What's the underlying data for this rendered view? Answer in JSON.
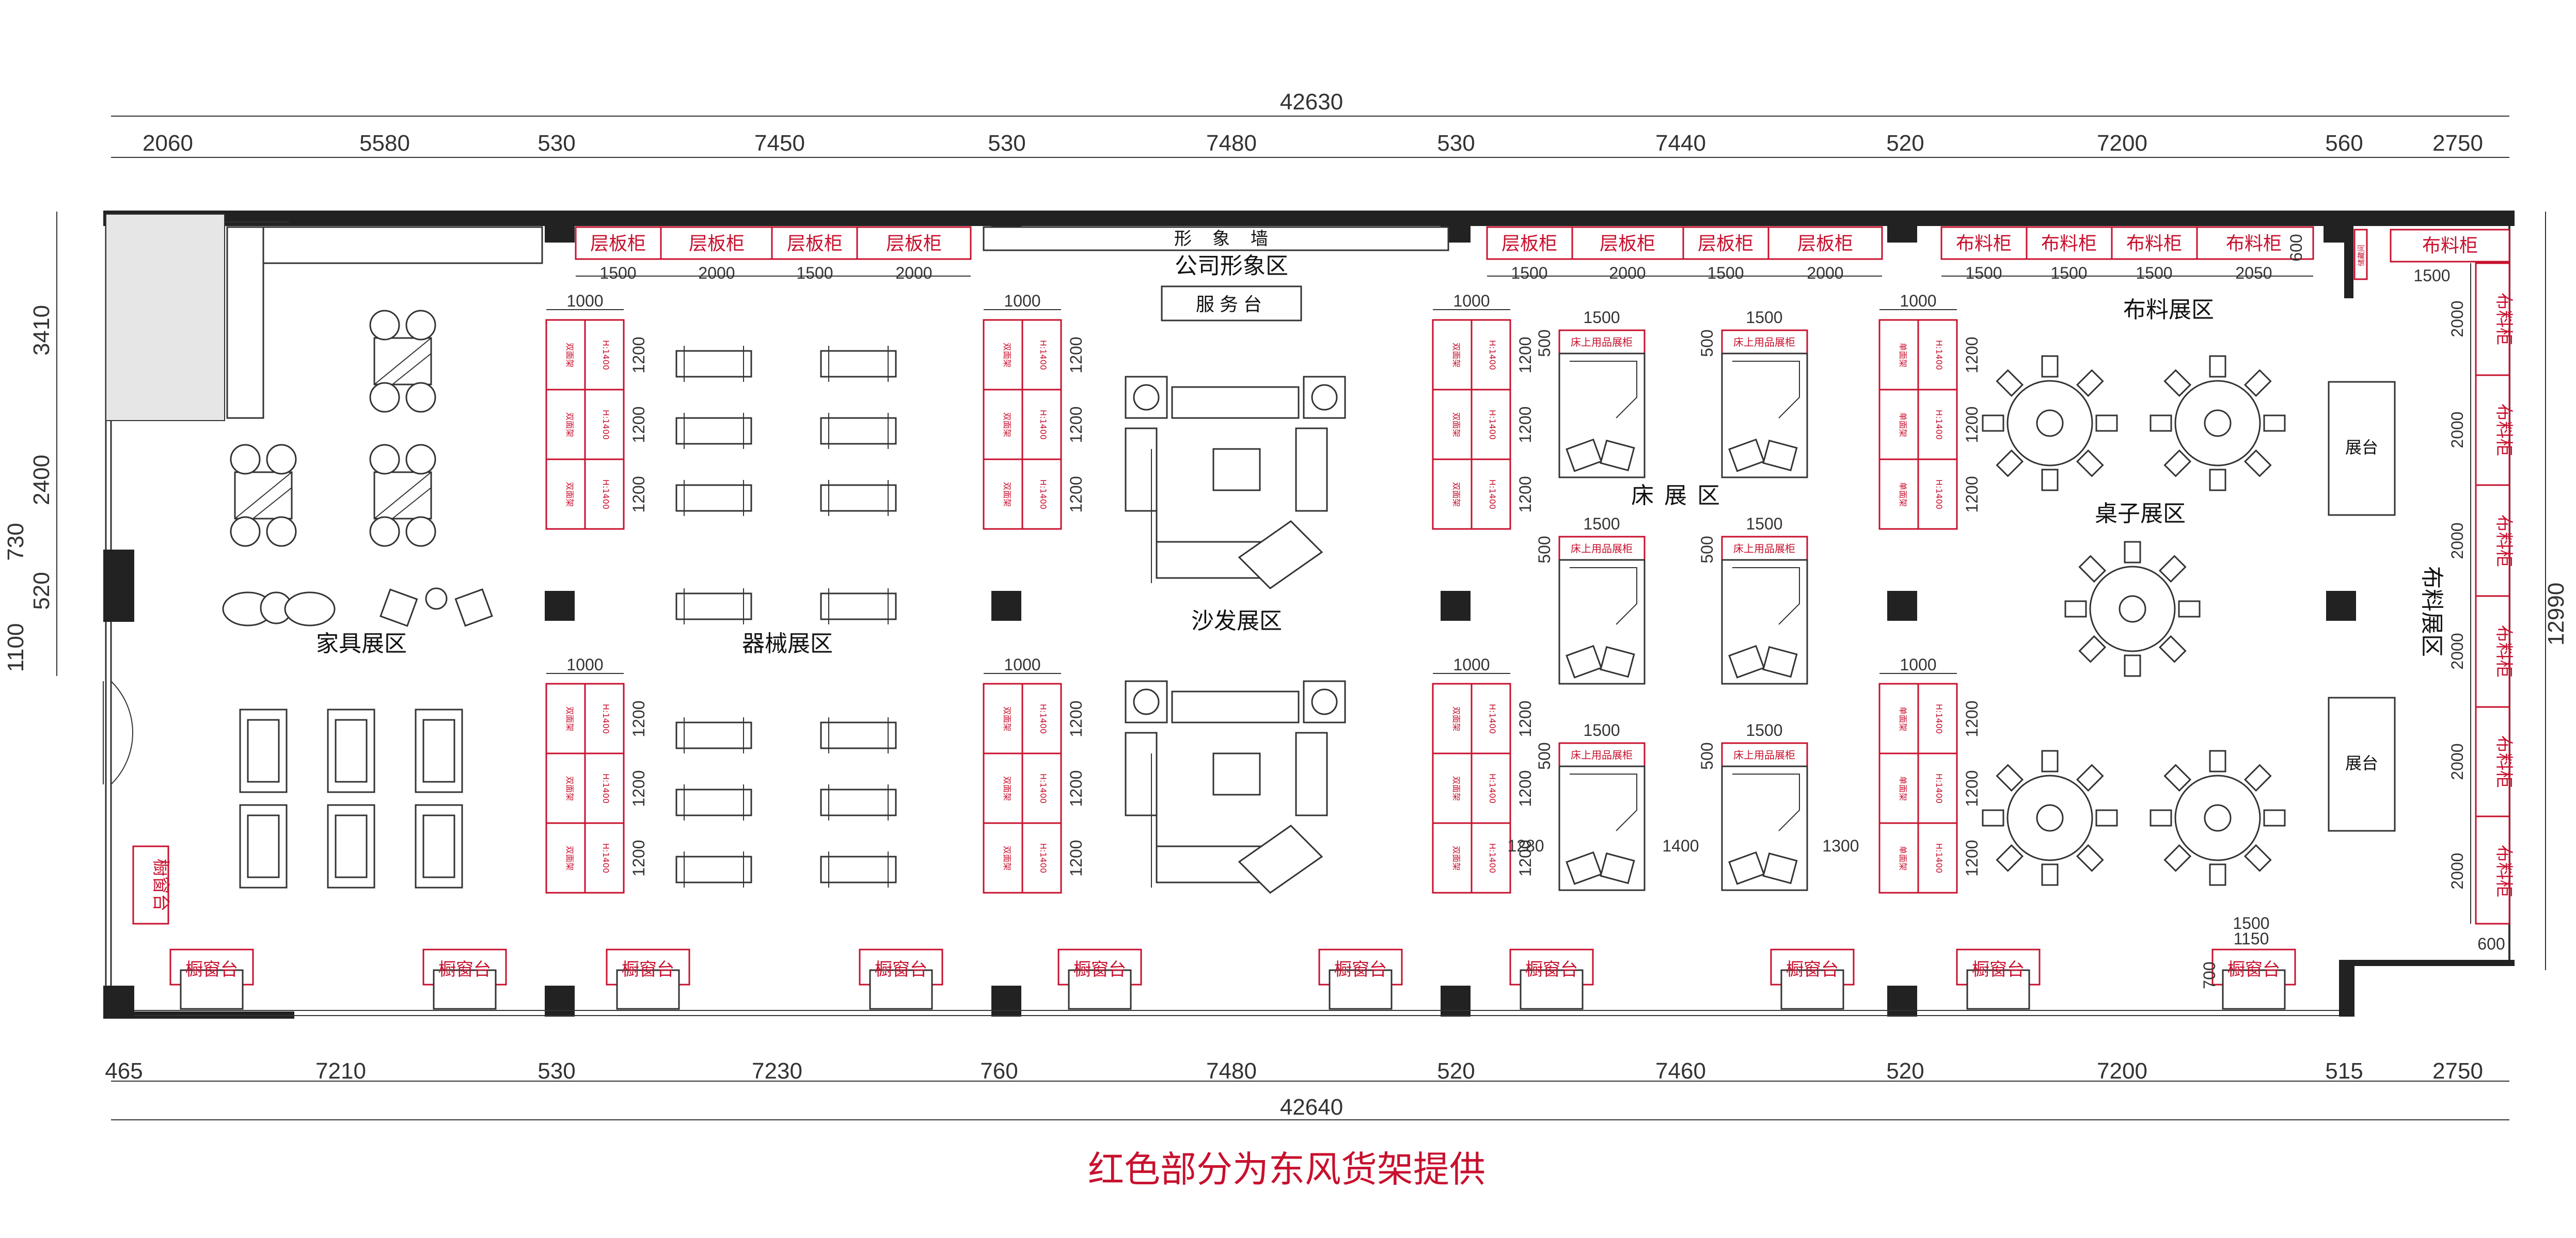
{
  "dimensions": {
    "top_total": "42630",
    "top_segments": [
      "2060",
      "5580",
      "530",
      "7450",
      "530",
      "7480",
      "530",
      "7440",
      "520",
      "7200",
      "560",
      "2750"
    ],
    "bottom_total": "42640",
    "bottom_segments": [
      "465",
      "7210",
      "530",
      "7230",
      "760",
      "7480",
      "520",
      "7460",
      "520",
      "7200",
      "515",
      "2750"
    ],
    "left_segments": [
      "3410",
      "2400",
      "730",
      "520",
      "1100"
    ],
    "right_total": "12990",
    "shelf_widths_a": [
      "1500",
      "2000",
      "1500",
      "2000"
    ],
    "shelf_widths_b": [
      "1500",
      "2000",
      "1500",
      "2000"
    ],
    "shelf_widths_c": [
      "1500",
      "1500",
      "1500",
      "2050"
    ],
    "fabric_top_width": "1500",
    "rack_width": "1000",
    "rack_height": "1200",
    "bed_width": "1500",
    "bed_depth": "500",
    "fabric_side_height": "2000",
    "bed_gaps": [
      "1280",
      "1400",
      "1300"
    ],
    "right_small": "600",
    "window_widths": [
      "1500",
      "1150"
    ],
    "window_depth": "700"
  },
  "labels": {
    "shelf_cabinet": "层板柜",
    "fabric_cabinet": "布料柜",
    "image_wall": "形象墙",
    "company_area": "公司形象区",
    "service_desk": "服务台",
    "furniture_area": "家具展区",
    "equipment_area": "器械展区",
    "sofa_area": "沙发展区",
    "bed_area": "床展区",
    "fabric_area": "布料展区",
    "table_area": "桌子展区",
    "fabric_area_side": "布料展区",
    "display_stand": "展台",
    "window_stand": "橱窗台",
    "rack_label_a": "双面架",
    "rack_label_b": "H:1400",
    "rack_label_c": "单面架",
    "bed_cabinet": "床上用品展柜",
    "small_door": "储藏间"
  },
  "caption": "红色部分为东风货架提供",
  "colors": {
    "accent": "#c8102e",
    "wall": "#222222",
    "line": "#333333"
  }
}
